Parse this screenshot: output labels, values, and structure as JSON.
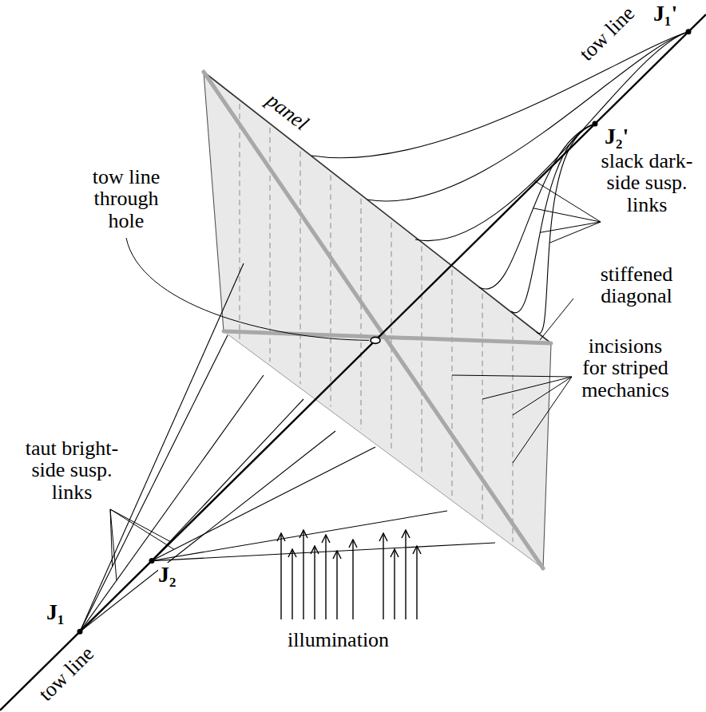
{
  "diagram": {
    "labels": [
      "tow line",
      "J₁'",
      "J₂'",
      "panel",
      "slack dark-side susp. links",
      "tow line through hole",
      "stiffened diagonal",
      "taut bright-side susp. links",
      "incisions for striped mechanics",
      "J₂",
      "J₁",
      "illumination",
      "tow line"
    ]
  }
}
